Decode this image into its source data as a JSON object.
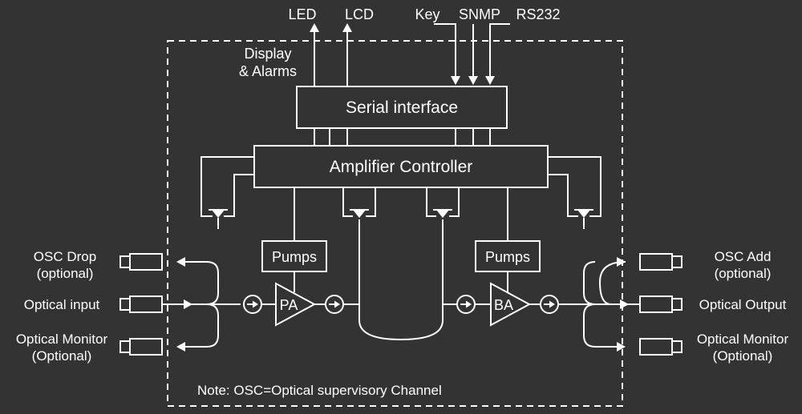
{
  "diagram": {
    "top_signals": {
      "led": "LED",
      "lcd": "LCD",
      "key": "Key",
      "snmp": "SNMP",
      "rs232": "RS232"
    },
    "display_alarms": {
      "line1": "Display",
      "line2": "& Alarms"
    },
    "serial_interface": "Serial interface",
    "amplifier_controller": "Amplifier Controller",
    "pumps_left": "Pumps",
    "pumps_right": "Pumps",
    "preamp": "PA",
    "booster": "BA",
    "left_ports": {
      "osc_drop_1": "OSC Drop",
      "osc_drop_2": "(optional)",
      "optical_input": "Optical input",
      "monitor_1": "Optical Monitor",
      "monitor_2": "(Optional)"
    },
    "right_ports": {
      "osc_add_1": "OSC Add",
      "osc_add_2": "(optional)",
      "optical_output": "Optical Output",
      "monitor_1": "Optical Monitor",
      "monitor_2": "(Optional)"
    },
    "note": "Note: OSC=Optical supervisory Channel"
  }
}
